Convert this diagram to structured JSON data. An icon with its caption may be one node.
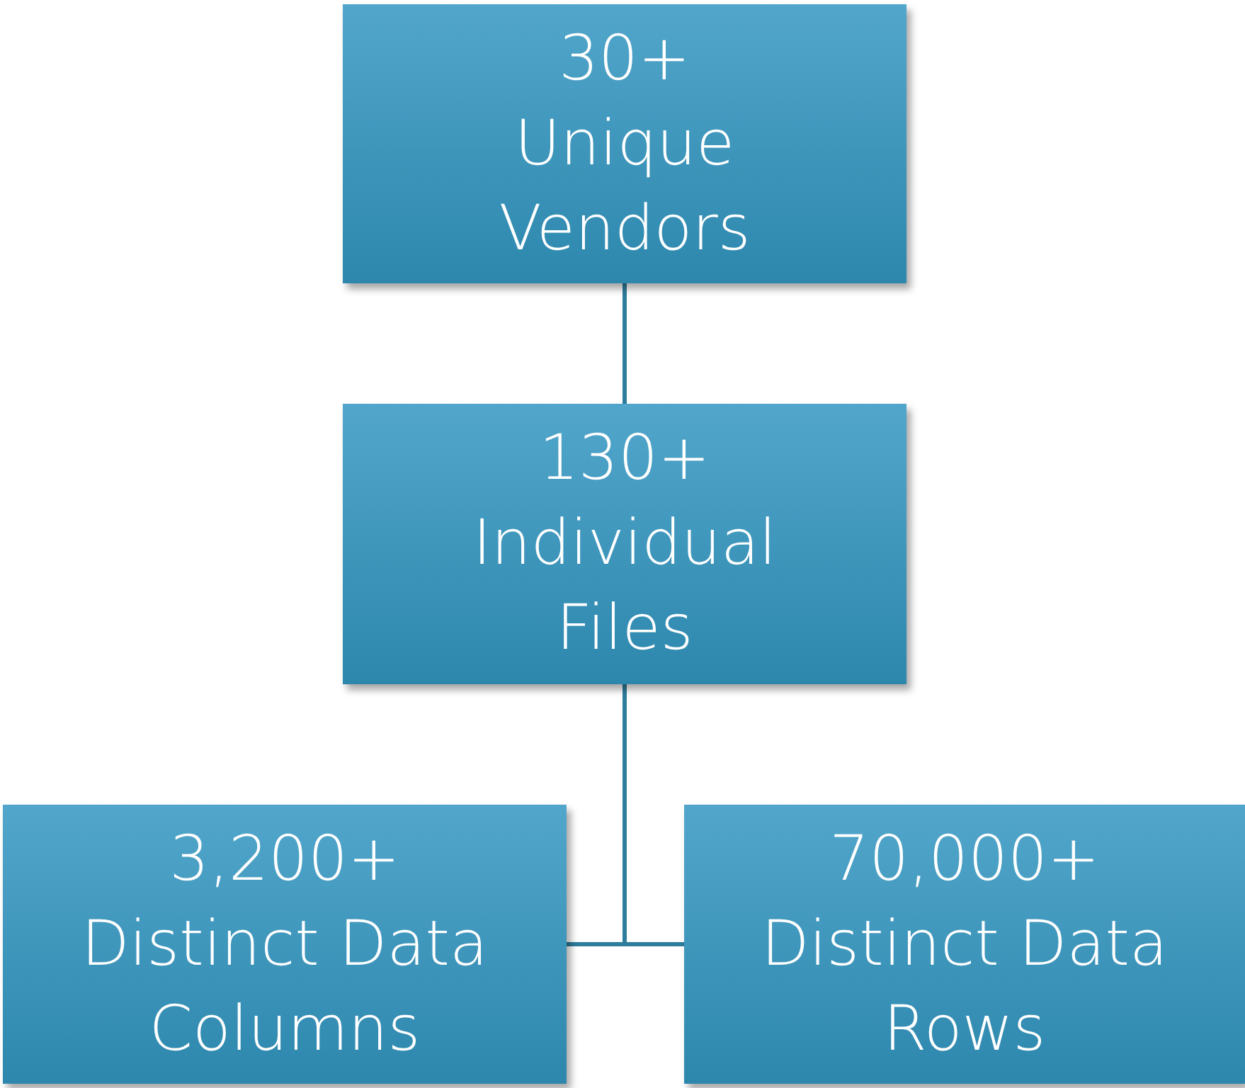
{
  "diagram": {
    "nodes": [
      {
        "text": [
          "30+",
          "Unique Vendors"
        ]
      },
      {
        "text": [
          "130+",
          "Individual Files"
        ]
      },
      {
        "text": [
          "3,200+",
          "Distinct Data Columns"
        ]
      },
      {
        "text": [
          "70,000+",
          "Distinct Data Rows"
        ]
      }
    ],
    "edges": [
      {
        "from": 0,
        "to": 1,
        "arrow": "none"
      },
      {
        "from": 1,
        "to": 2,
        "arrow": "none"
      },
      {
        "from": 1,
        "to": 3,
        "arrow": "none"
      }
    ]
  }
}
